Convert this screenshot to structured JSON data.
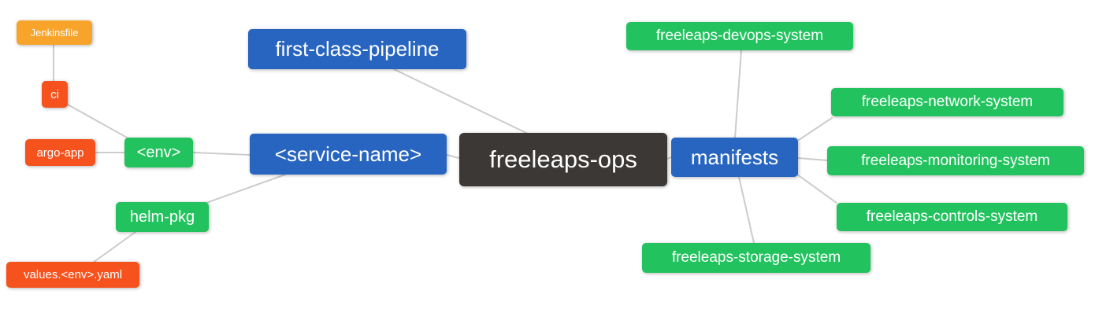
{
  "mindmap": {
    "background_color": "#ffffff",
    "edge_color": "#cccccc",
    "palette": {
      "root": "#3C3836",
      "branch_blue": "#2765C0",
      "leaf_green": "#22C35E",
      "leaf_red": "#F5521D",
      "leaf_orange": "#F8A42B",
      "text": "#ffffff"
    },
    "nodes": [
      {
        "id": "freeleaps-ops",
        "label": "freeleaps-ops",
        "color_role": "root"
      },
      {
        "id": "first-class-pipeline",
        "label": "first-class-pipeline",
        "color_role": "branch_blue"
      },
      {
        "id": "service-name",
        "label": "<service-name>",
        "color_role": "branch_blue"
      },
      {
        "id": "manifests",
        "label": "manifests",
        "color_role": "branch_blue"
      },
      {
        "id": "env",
        "label": "<env>",
        "color_role": "leaf_green"
      },
      {
        "id": "helm-pkg",
        "label": "helm-pkg",
        "color_role": "leaf_green"
      },
      {
        "id": "ci",
        "label": "ci",
        "color_role": "leaf_red"
      },
      {
        "id": "argo-app",
        "label": "argo-app",
        "color_role": "leaf_red"
      },
      {
        "id": "jenkinsfile",
        "label": "Jenkinsfile",
        "color_role": "leaf_orange"
      },
      {
        "id": "values-env-yaml",
        "label": "values.<env>.yaml",
        "color_role": "leaf_red"
      },
      {
        "id": "freeleaps-devops-system",
        "label": "freeleaps-devops-system",
        "color_role": "leaf_green"
      },
      {
        "id": "freeleaps-network-system",
        "label": "freeleaps-network-system",
        "color_role": "leaf_green"
      },
      {
        "id": "freeleaps-monitoring-system",
        "label": "freeleaps-monitoring-system",
        "color_role": "leaf_green"
      },
      {
        "id": "freeleaps-controls-system",
        "label": "freeleaps-controls-system",
        "color_role": "leaf_green"
      },
      {
        "id": "freeleaps-storage-system",
        "label": "freeleaps-storage-system",
        "color_role": "leaf_green"
      }
    ],
    "edges": [
      {
        "from": "freeleaps-ops",
        "to": "first-class-pipeline"
      },
      {
        "from": "freeleaps-ops",
        "to": "service-name"
      },
      {
        "from": "freeleaps-ops",
        "to": "manifests"
      },
      {
        "from": "service-name",
        "to": "env"
      },
      {
        "from": "service-name",
        "to": "helm-pkg"
      },
      {
        "from": "env",
        "to": "ci"
      },
      {
        "from": "env",
        "to": "argo-app"
      },
      {
        "from": "ci",
        "to": "jenkinsfile"
      },
      {
        "from": "helm-pkg",
        "to": "values-env-yaml"
      },
      {
        "from": "manifests",
        "to": "freeleaps-devops-system"
      },
      {
        "from": "manifests",
        "to": "freeleaps-network-system"
      },
      {
        "from": "manifests",
        "to": "freeleaps-monitoring-system"
      },
      {
        "from": "manifests",
        "to": "freeleaps-controls-system"
      },
      {
        "from": "manifests",
        "to": "freeleaps-storage-system"
      }
    ]
  }
}
